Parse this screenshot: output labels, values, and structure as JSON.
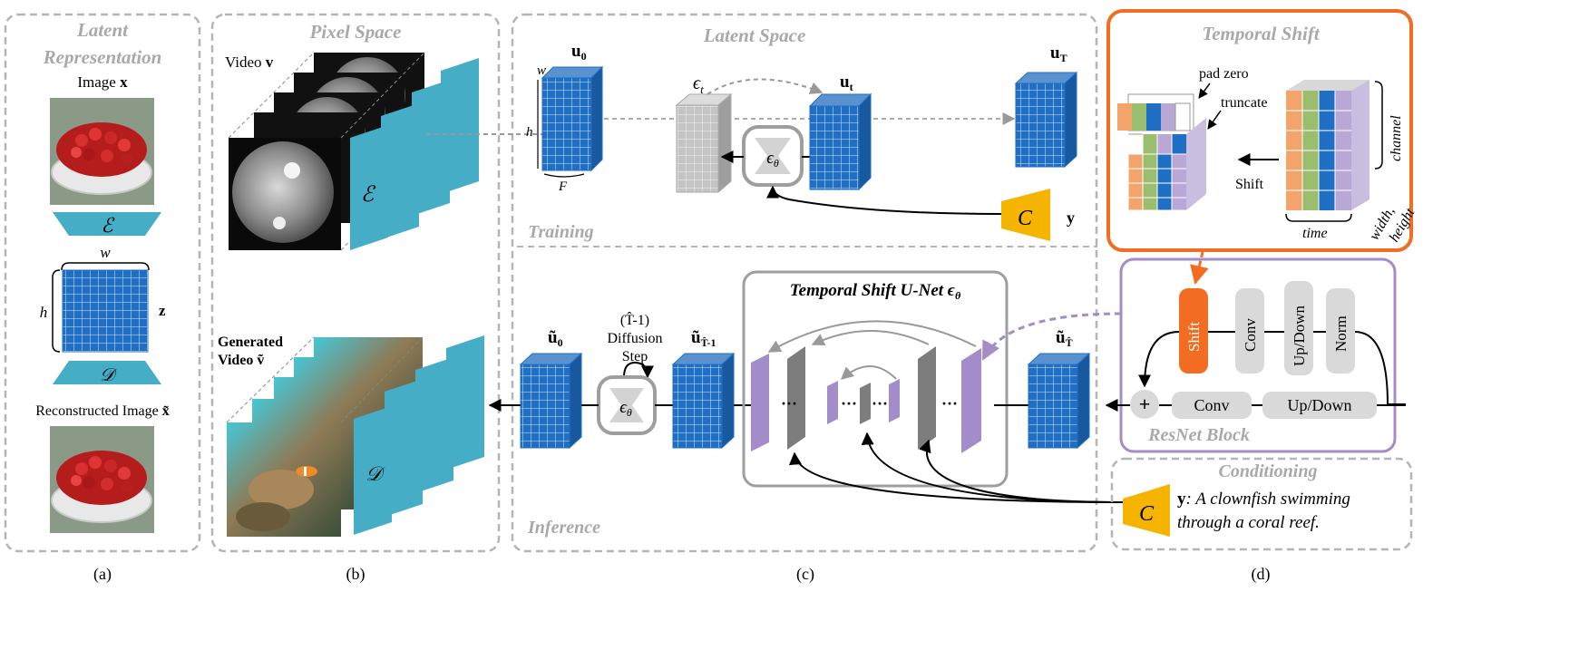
{
  "panels": {
    "a": {
      "title_line1": "Latent",
      "title_line2": "Representation",
      "image_label": "Image",
      "image_var": "x",
      "encoder": "ℰ",
      "decoder": "𝒟",
      "w": "w",
      "h": "h",
      "z": "z",
      "recon_label": "Reconstructed Image",
      "recon_var": "x̃",
      "caption": "(a)"
    },
    "b": {
      "title": "Pixel Space",
      "video_label": "Video",
      "video_var": "v",
      "encoder": "ℰ",
      "gen_line1": "Generated",
      "gen_line2": "Video",
      "gen_var": "ṽ",
      "decoder": "𝒟",
      "caption": "(b)"
    },
    "c": {
      "title": "Latent Space",
      "training": "Training",
      "inference": "Inference",
      "u0": "u",
      "u0_sub": "0",
      "ut": "u",
      "ut_sub": "t",
      "uT": "u",
      "uT_sub": "T",
      "eps_t": "ϵ",
      "eps_t_sub": "t",
      "eps_theta": "ϵ",
      "theta": "θ",
      "w": "w",
      "h": "h",
      "F": "F",
      "cond": "C",
      "y": "y",
      "diffusion_line1": "(T̂-1)",
      "diffusion_line2": "Diffusion",
      "diffusion_line3": "Step",
      "inf_u0": "ũ",
      "inf_u0_sub": "0",
      "inf_uT1": "ũ",
      "inf_uT1_sub": "T̂-1",
      "inf_uT": "ũ",
      "inf_uT_sub": "T̂",
      "unet_title": "Temporal Shift U-Net",
      "caption": "(c)"
    },
    "d": {
      "title": "Temporal Shift",
      "pad_zero": "pad zero",
      "truncate": "truncate",
      "shift": "Shift",
      "channel": "channel",
      "time": "time",
      "width": "width,",
      "height": "height",
      "resnet_title": "ResNet Block",
      "shift_btn": "Shift",
      "conv_v": "Conv",
      "updown_v": "Up/Down",
      "norm_v": "Norm",
      "plus": "+",
      "conv_h": "Conv",
      "updown_h": "Up/Down",
      "conditioning_title": "Conditioning",
      "cond": "C",
      "y": "y",
      "prompt_line1": ": A clownfish swimming",
      "prompt_line2": "through a coral reef.",
      "caption": "(d)"
    }
  },
  "colors": {
    "latent_blue": "#1f6fc4",
    "encoder_teal": "#45adc6",
    "cond_yellow": "#f5b400",
    "shift_orange": "#f26d21",
    "unet_purple": "#a28cc9",
    "resnet_border": "#a48cc4",
    "dashed_gray": "#b0b0b0",
    "grid_gray": "#a8a8a8"
  }
}
